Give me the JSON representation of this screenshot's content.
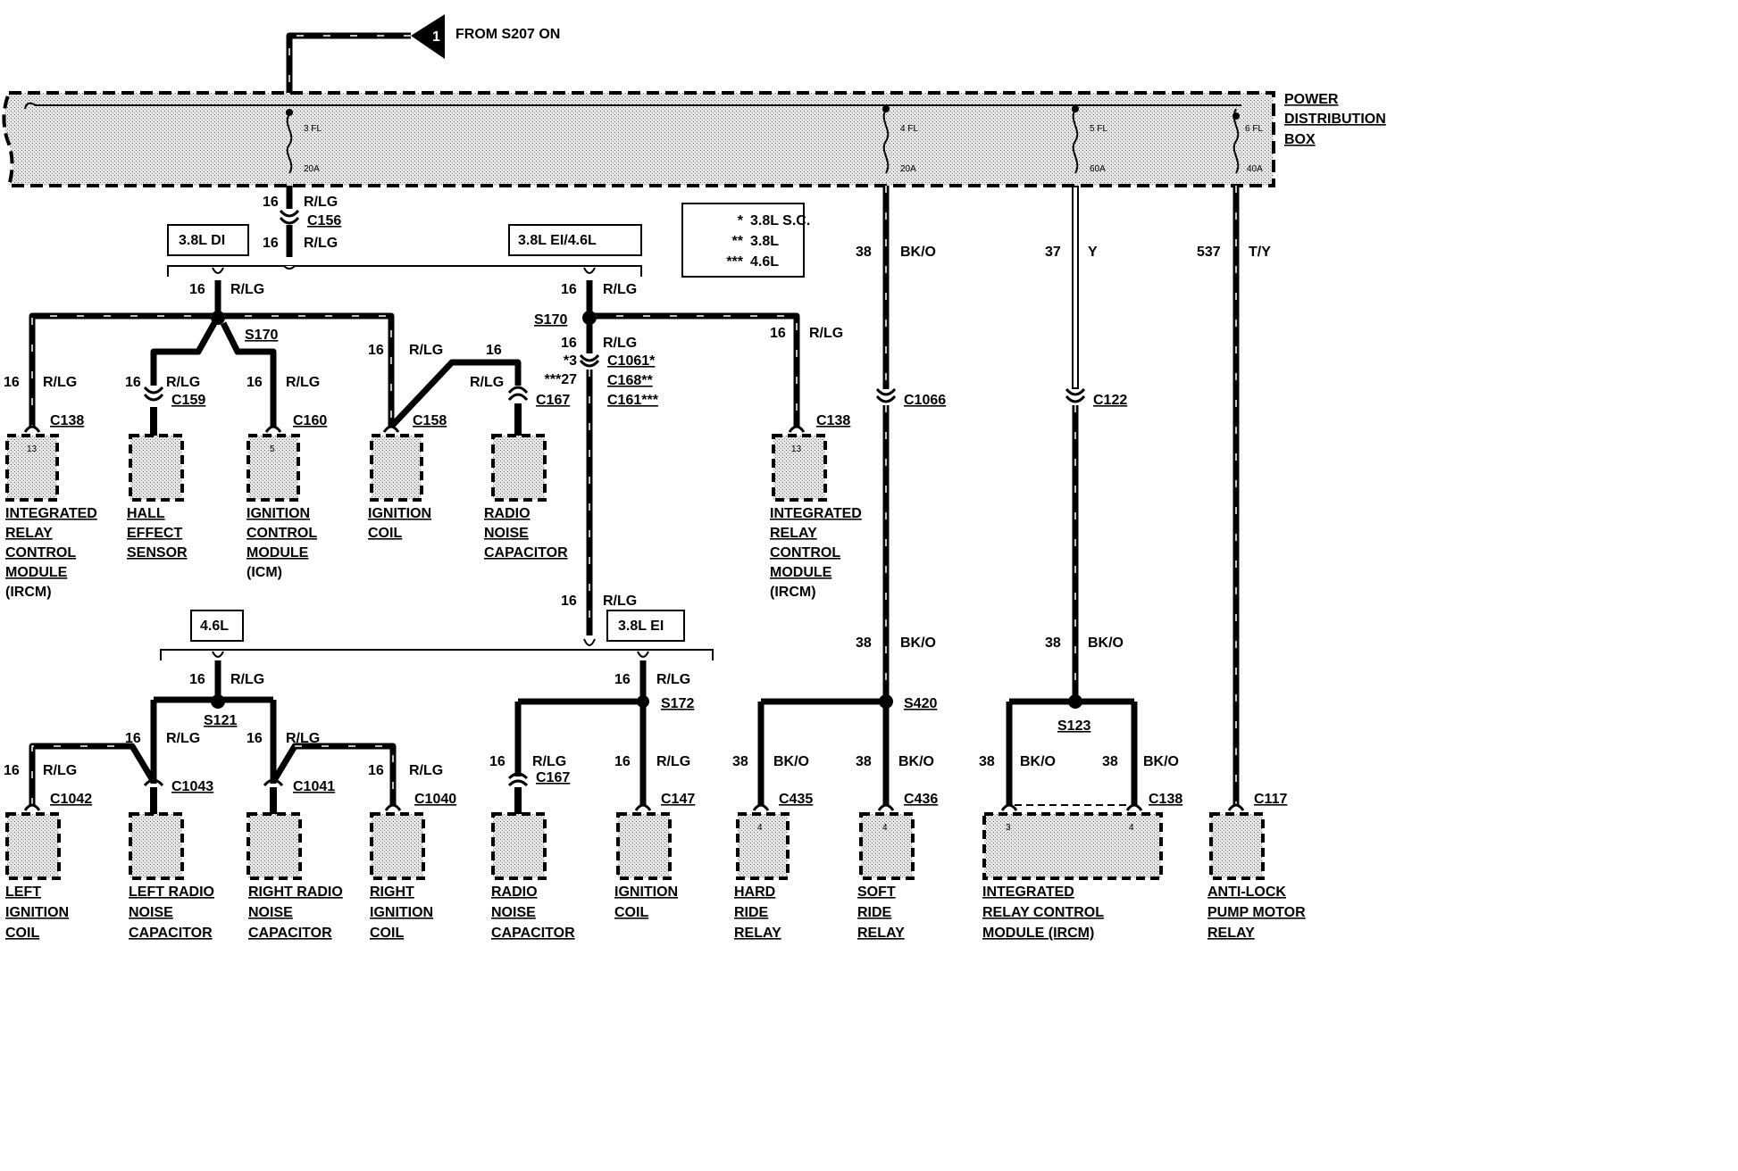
{
  "source": {
    "circle": "1",
    "label": "FROM S207 ON"
  },
  "pdb": {
    "label": [
      "POWER",
      "DISTRIBUTION",
      "BOX"
    ]
  },
  "fuses": [
    {
      "id": "3 FL",
      "amp": "20A"
    },
    {
      "id": "4 FL",
      "amp": "20A"
    },
    {
      "id": "5 FL",
      "amp": "60A"
    },
    {
      "id": "6 FL",
      "amp": "40A"
    }
  ],
  "legend": [
    {
      "mark": "*",
      "text": "3.8L S.C."
    },
    {
      "mark": "**",
      "text": "3.8L"
    },
    {
      "mark": "***",
      "text": "4.6L"
    }
  ],
  "variants": {
    "di": "3.8L DI",
    "ei46": "3.8L EI/4.6L",
    "l46": "4.6L",
    "ei": "3.8L EI"
  },
  "wires": {
    "a": {
      "gauge": "16",
      "color": "R/LG"
    },
    "bko": {
      "gauge": "38",
      "color": "BK/O"
    },
    "y": {
      "gauge": "37",
      "color": "Y"
    },
    "ty": {
      "gauge": "537",
      "color": "T/Y"
    }
  },
  "splices": {
    "s170a": "S170",
    "s170b": "S170",
    "s121": "S121",
    "s172": "S172",
    "s420": "S420",
    "s123": "S123"
  },
  "connectors": {
    "c156": "C156",
    "c138a": "C138",
    "c159": "C159",
    "c160": "C160",
    "c158": "C158",
    "c167a": "C167",
    "c1061": "C1061*",
    "c168": "C168**",
    "c161": "C161***",
    "p1": "*3",
    "p2": "***27",
    "c138b": "C138",
    "c1066": "C1066",
    "c122": "C122",
    "c1042": "C1042",
    "c1043": "C1043",
    "c1041": "C1041",
    "c1040": "C1040",
    "c167b": "C167",
    "c147": "C147",
    "c435": "C435",
    "c436": "C436",
    "c138c": "C138",
    "c117": "C117"
  },
  "pins": {
    "irA": "13",
    "icm": "5",
    "irB": "13",
    "hard": "4",
    "soft": "4",
    "ir3": "3",
    "ir4": "4"
  },
  "components": {
    "ircm1": [
      "INTEGRATED",
      "RELAY",
      "CONTROL",
      "MODULE",
      "(IRCM)"
    ],
    "hall": [
      "HALL",
      "EFFECT",
      "SENSOR"
    ],
    "icm": [
      "IGNITION",
      "CONTROL",
      "MODULE",
      "(ICM)"
    ],
    "coil1": [
      "IGNITION",
      "COIL"
    ],
    "rnc1": [
      "RADIO",
      "NOISE",
      "CAPACITOR"
    ],
    "ircm2": [
      "INTEGRATED",
      "RELAY",
      "CONTROL",
      "MODULE",
      "(IRCM)"
    ],
    "lcoil": [
      "LEFT",
      "IGNITION",
      "COIL"
    ],
    "lrnc": [
      "LEFT RADIO",
      "NOISE",
      "CAPACITOR"
    ],
    "rrnc": [
      "RIGHT RADIO",
      "NOISE",
      "CAPACITOR"
    ],
    "rcoil": [
      "RIGHT",
      "IGNITION",
      "COIL"
    ],
    "rnc2": [
      "RADIO",
      "NOISE",
      "CAPACITOR"
    ],
    "coil2": [
      "IGNITION",
      "COIL"
    ],
    "hard": [
      "HARD",
      "RIDE",
      "RELAY"
    ],
    "soft": [
      "SOFT",
      "RIDE",
      "RELAY"
    ],
    "ircm3": [
      "INTEGRATED",
      "RELAY CONTROL",
      "MODULE (IRCM)"
    ],
    "abs": [
      "ANTI-LOCK",
      "PUMP MOTOR",
      "RELAY"
    ]
  }
}
